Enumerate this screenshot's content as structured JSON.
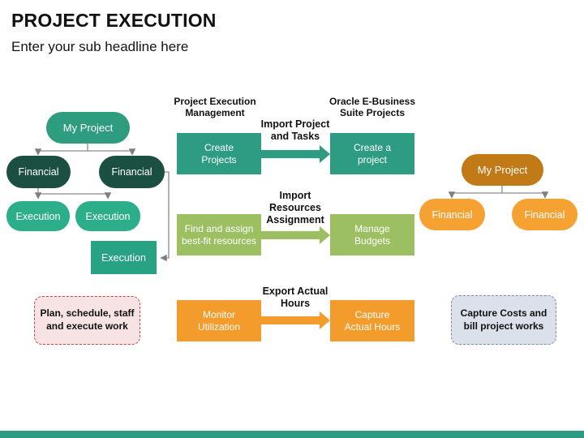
{
  "slide": {
    "title": "PROJECT EXECUTION",
    "subtitle": "Enter your sub headline here"
  },
  "left_org_chart": {
    "root": "My Project",
    "financial_left": "Financial",
    "financial_right": "Financial",
    "execution_1": "Execution",
    "execution_2": "Execution",
    "execution_3": "Execution"
  },
  "right_org_chart": {
    "root": "My Project",
    "financial_left": "Financial",
    "financial_right": "Financial"
  },
  "flow": {
    "left_column_header": "Project Execution\nManagement",
    "right_column_header": "Oracle E-Business\nSuite Projects",
    "rows": [
      {
        "source": "Create\nProjects",
        "arrow_label": "Import Project\nand Tasks",
        "target": "Create a\nproject"
      },
      {
        "source": "Find and assign\nbest-fit resources",
        "arrow_label": "Import\nResources\nAssignment",
        "target": "Manage\nBudgets"
      },
      {
        "source": "Monitor\nUtilization",
        "arrow_label": "Export Actual\nHours",
        "target": "Capture\nActual Hours"
      }
    ]
  },
  "notes": {
    "left": "Plan, schedule, staff\nand execute work",
    "right": "Capture Costs and\nbill project works"
  },
  "colors": {
    "teal": "#2E9C82",
    "teal_dark": "#1A4F42",
    "teal_light": "#2CAE8B",
    "green": "#9CBF62",
    "orange": "#F49C2B",
    "orange_dark": "#C17A15",
    "orange_light": "#F5A233",
    "note_pink_bg": "#F7E3E3",
    "note_pink_border": "#C8473F",
    "note_gray_bg": "#DBE1EB",
    "note_gray_border": "#7C8DA6",
    "connector_gray": "#808080",
    "footer_bar": "#2E9B80"
  }
}
